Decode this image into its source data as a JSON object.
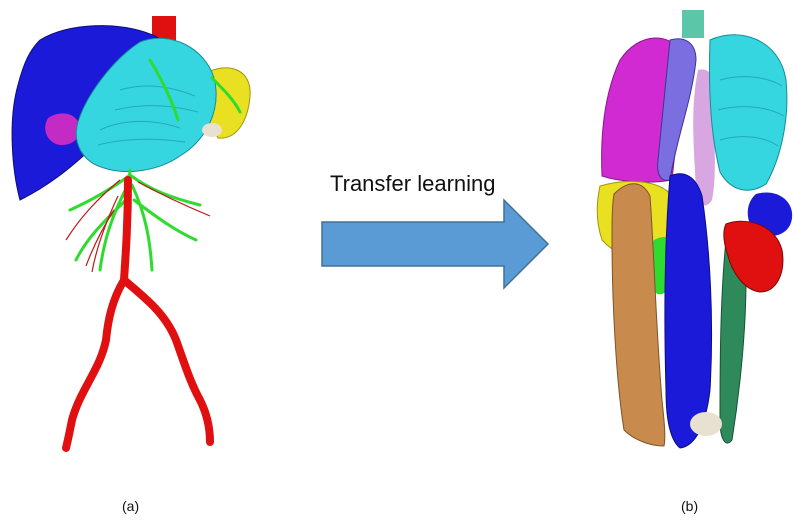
{
  "label": "Transfer learning",
  "captions": {
    "a": "(a)",
    "b": "(b)"
  },
  "colors": {
    "arrow_fill": "#5b9bd5",
    "arrow_stroke": "#41719c",
    "liver_blue": "#1a1ad8",
    "stomach_cyan": "#35d6e0",
    "aorta_red": "#e01010",
    "vessel_green": "#2edb2e",
    "spleen_yellow": "#e8e020",
    "magenta": "#d22ad2",
    "slate_purple": "#7a6ee0",
    "tan": "#c98a4e",
    "dark_green": "#2e8a5a",
    "pink_lilac": "#d8a6e0"
  }
}
